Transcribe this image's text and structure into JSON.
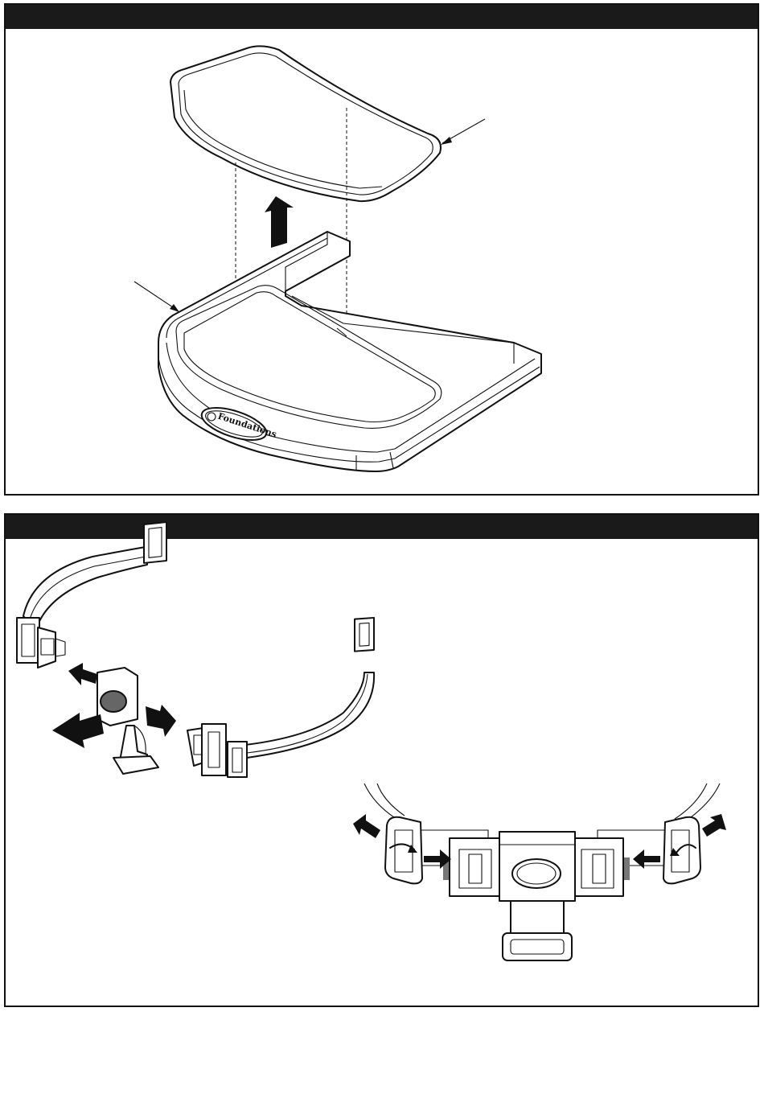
{
  "panels": [
    {
      "id": "tray-removal",
      "header_text": ""
    },
    {
      "id": "harness-buckle",
      "header_text": ""
    }
  ],
  "brand": {
    "logo_text": "Foundations"
  },
  "colors": {
    "ink": "#111111",
    "header": "#1a1a1a",
    "paper": "#ffffff"
  },
  "icons": [
    "arrow-up-icon",
    "arrow-left-icon",
    "arrow-right-icon",
    "push-arrow-icon",
    "rotate-arrow-icon"
  ]
}
